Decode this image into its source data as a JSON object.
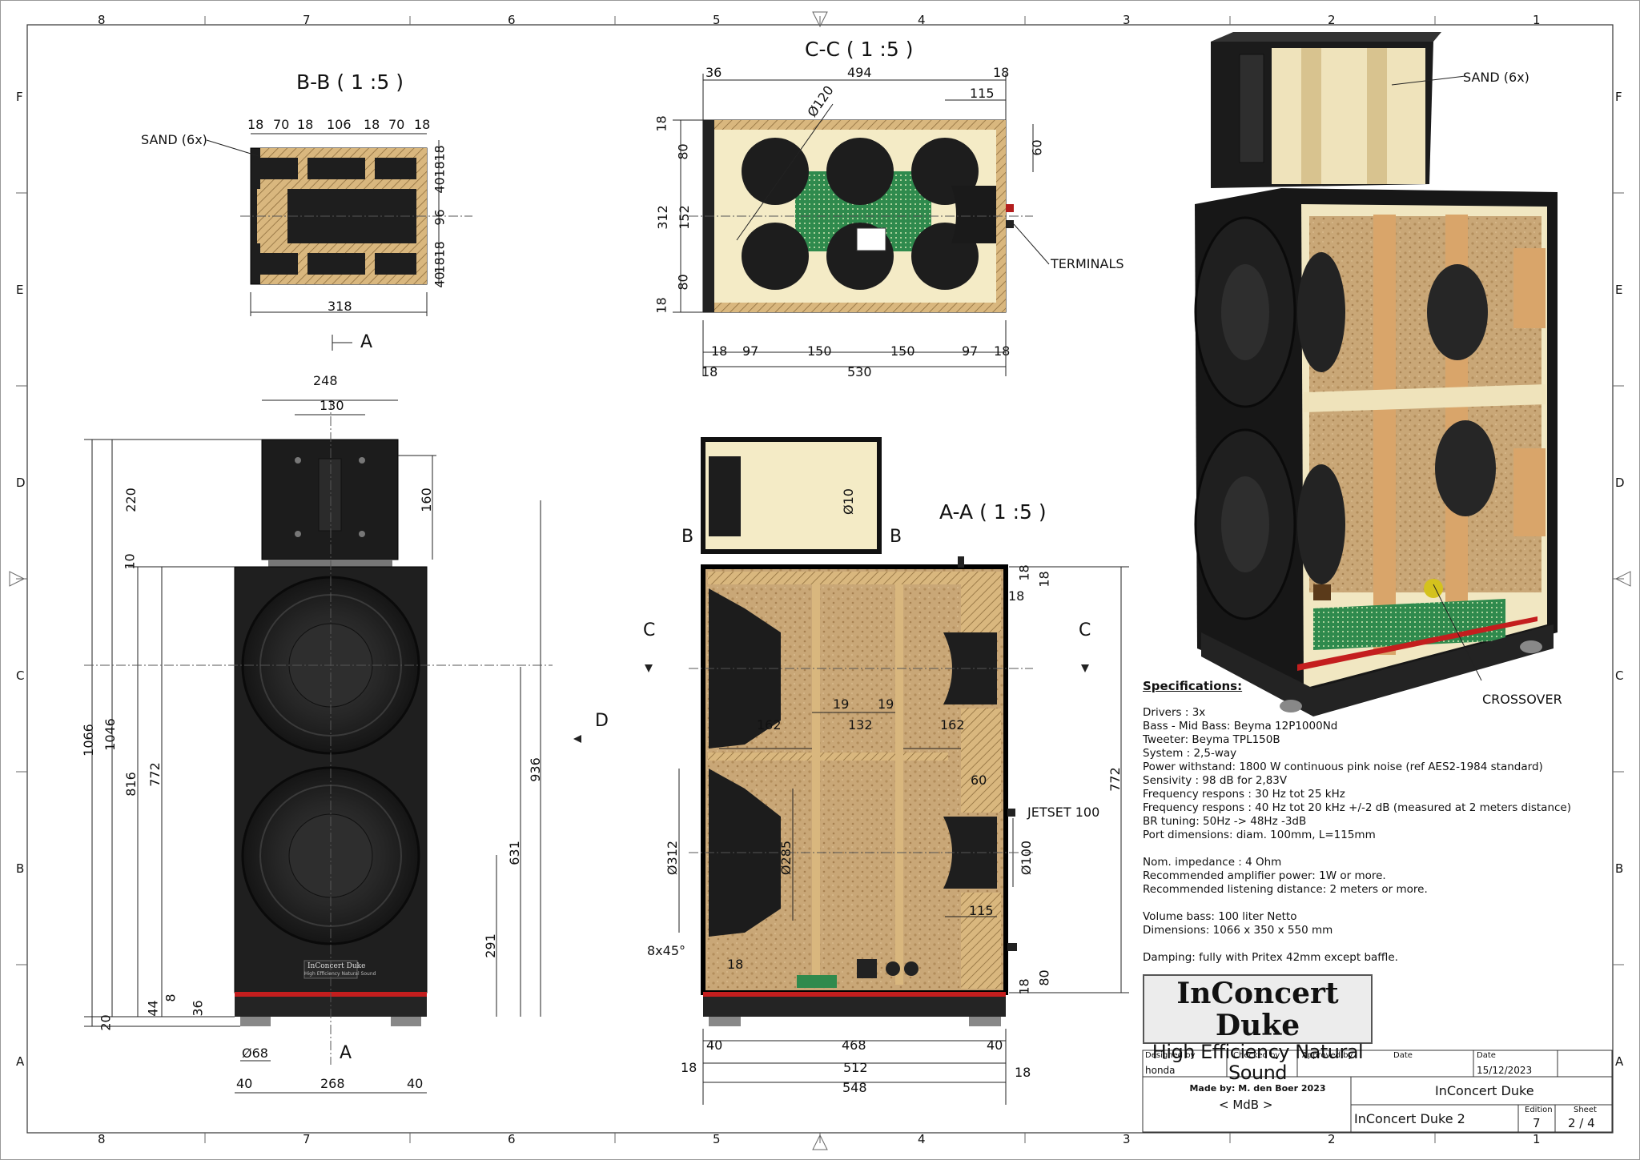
{
  "views": {
    "bb_title": "B-B ( 1 :5 )",
    "cc_title": "C-C ( 1 :5 )",
    "aa_title": "A-A ( 1 :5 )"
  },
  "labels": {
    "sand_left": "SAND (6x)",
    "sand_right": "SAND (6x)",
    "terminals": "TERMINALS",
    "crossover": "CROSSOVER",
    "jetset": "JETSET 100",
    "section_a": "A",
    "section_b": "B",
    "section_c": "C",
    "section_d": "D",
    "chamfer": "8x45°"
  },
  "zones": {
    "columns": [
      "8",
      "7",
      "6",
      "5",
      "4",
      "3",
      "2",
      "1"
    ],
    "rows": [
      "F",
      "E",
      "D",
      "C",
      "B",
      "A"
    ]
  },
  "dims": {
    "bb": {
      "w1": "18",
      "w2": "70",
      "w3": "18",
      "w4": "106",
      "w5": "18",
      "w6": "70",
      "w7": "18",
      "total": "318",
      "h1": "18",
      "h2": "18",
      "h3": "40",
      "h4": "96",
      "h5": "18",
      "h6": "18",
      "h7": "40"
    },
    "cc": {
      "top_left": "36",
      "top_total": "494",
      "top_right": "18",
      "port_len": "115",
      "dia": "Ø120",
      "h_60": "60",
      "l18a": "18",
      "l80a": "80",
      "l312": "312",
      "l152": "152",
      "l80b": "80",
      "l18b": "18",
      "b18a": "18",
      "b97a": "97",
      "b150a": "150",
      "b150b": "150",
      "b97b": "97",
      "b18b": "18",
      "b18c": "18",
      "b530": "530"
    },
    "front": {
      "w248": "248",
      "w130": "130",
      "h220": "220",
      "h10": "10",
      "h160": "160",
      "h1066": "1066",
      "h1046": "1046",
      "h816": "816",
      "h772": "772",
      "h936": "936",
      "h631": "631",
      "h291": "291",
      "h44": "44",
      "h8": "8",
      "h36": "36",
      "h20": "20",
      "foot": "Ø68",
      "b40a": "40",
      "b268": "268",
      "b40b": "40"
    },
    "aa": {
      "dia10": "Ø10",
      "r18a": "18",
      "r18b": "18",
      "r18c": "18",
      "d162a": "162",
      "d19a": "19",
      "d132": "132",
      "d19b": "19",
      "d162b": "162",
      "d60": "60",
      "d772": "772",
      "d312": "Ø312",
      "d285": "Ø285",
      "d100": "Ø100",
      "d115": "115",
      "d18": "18",
      "r18d": "18",
      "r80": "80",
      "b40a": "40",
      "b468": "468",
      "b40b": "40",
      "b18a": "18",
      "b512": "512",
      "b18b": "18",
      "b548": "548"
    }
  },
  "specs": {
    "heading": "Specifications:",
    "lines": [
      "Drivers : 3x",
      "Bass - Mid Bass: Beyma 12P1000Nd",
      "Tweeter: Beyma TPL150B",
      "System : 2,5-way",
      "Power withstand: 1800 W continuous pink noise (ref AES2-1984 standard)",
      "Sensivity : 98 dB for 2,83V",
      "Frequency respons : 30 Hz tot 25 kHz",
      "Frequency respons : 40 Hz tot 20 kHz +/-2 dB (measured at 2 meters distance)",
      "BR tuning: 50Hz -> 48Hz -3dB",
      "Port dimensions: diam. 100mm, L=115mm"
    ],
    "lines2": [
      "Nom. impedance : 4 Ohm",
      "Recommended amplifier power: 1W or more.",
      "Recommended listening distance: 2 meters or more."
    ],
    "lines3": [
      "Volume bass: 100 liter Netto",
      "Dimensions: 1066 x 350 x 550 mm"
    ],
    "lines4": [
      "Damping: fully with Pritex 42mm except baffle."
    ]
  },
  "logo": {
    "brand": "InConcert Duke",
    "tagline": "High Efficiency Natural Sound",
    "maker": "Made by: M. den Boer 2023",
    "badge_line1": "InConcert Duke",
    "badge_line2": "High Efficiency Natural Sound"
  },
  "title_block": {
    "designed_by_label": "Designed by",
    "designed_by": "honda",
    "checked_by_label": "Checked by",
    "approved_by_label": "Approved by",
    "date_label1": "Date",
    "date_label2": "Date",
    "date": "15/12/2023",
    "company": "< MdB >",
    "title": "InConcert Duke",
    "subtitle": "InConcert Duke 2",
    "edition_label": "Edition",
    "edition": "7",
    "sheet_label": "Sheet",
    "sheet": "2 / 4"
  }
}
